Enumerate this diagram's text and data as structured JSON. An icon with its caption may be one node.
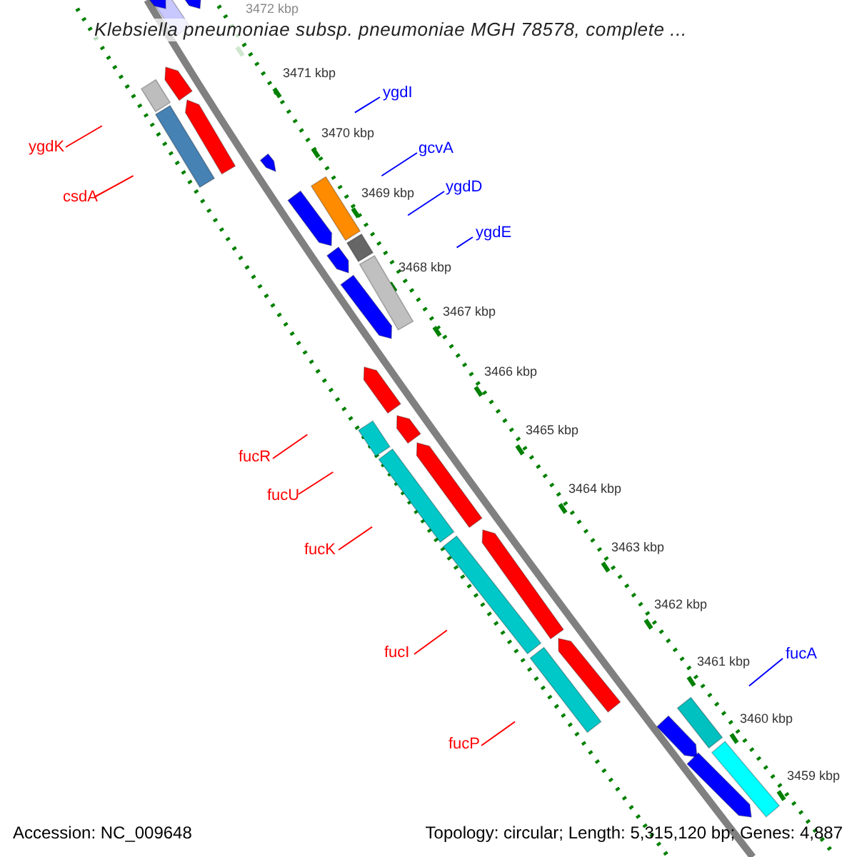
{
  "diagram": {
    "title": "Klebsiella pneumoniae subsp. pneumoniae MGH 78578, complete ...",
    "nodes": [
      {
        "text": [
          "ygdK"
        ]
      },
      {
        "text": [
          "csdA"
        ]
      },
      {
        "text": [
          "ygdI"
        ]
      },
      {
        "text": [
          "gcvA"
        ]
      },
      {
        "text": [
          "ygdD"
        ]
      },
      {
        "text": [
          "ygdE"
        ]
      },
      {
        "text": [
          "fucR"
        ]
      },
      {
        "text": [
          "fucU"
        ]
      },
      {
        "text": [
          "fucK"
        ]
      },
      {
        "text": [
          "fucI"
        ]
      },
      {
        "text": [
          "fucP"
        ]
      },
      {
        "text": [
          "fucA"
        ]
      }
    ],
    "edges": [
      {
        "from": 0,
        "to": null,
        "arrow": "none"
      },
      {
        "from": 1,
        "to": null,
        "arrow": "none"
      },
      {
        "from": 2,
        "to": null,
        "arrow": "none",
        "color": "#0000ff"
      },
      {
        "from": 3,
        "to": null,
        "arrow": "none",
        "color": "#0000ff"
      },
      {
        "from": 4,
        "to": null,
        "arrow": "none",
        "color": "#0000ff"
      },
      {
        "from": 5,
        "to": null,
        "arrow": "none",
        "color": "#0000ff"
      },
      {
        "from": 6,
        "to": null,
        "arrow": "none"
      },
      {
        "from": 7,
        "to": null,
        "arrow": "none"
      },
      {
        "from": 8,
        "to": null,
        "arrow": "none"
      },
      {
        "from": 9,
        "to": null,
        "arrow": "none"
      },
      {
        "from": 10,
        "to": null,
        "arrow": "none"
      },
      {
        "from": 11,
        "to": null,
        "arrow": "none",
        "color": "#0000ff"
      }
    ],
    "labels": [
      "3472 kbp",
      "3471 kbp",
      "3470 kbp",
      "3469 kbp",
      "3468 kbp",
      "3467 kbp",
      "3466 kbp",
      "3465 kbp",
      "3464 kbp",
      "3463 kbp",
      "3462 kbp",
      "3461 kbp",
      "3460 kbp",
      "3459 kbp",
      "Accession: NC_009648",
      "Topology: circular; Length: 5,315,120 bp; Genes: 4,887"
    ]
  }
}
